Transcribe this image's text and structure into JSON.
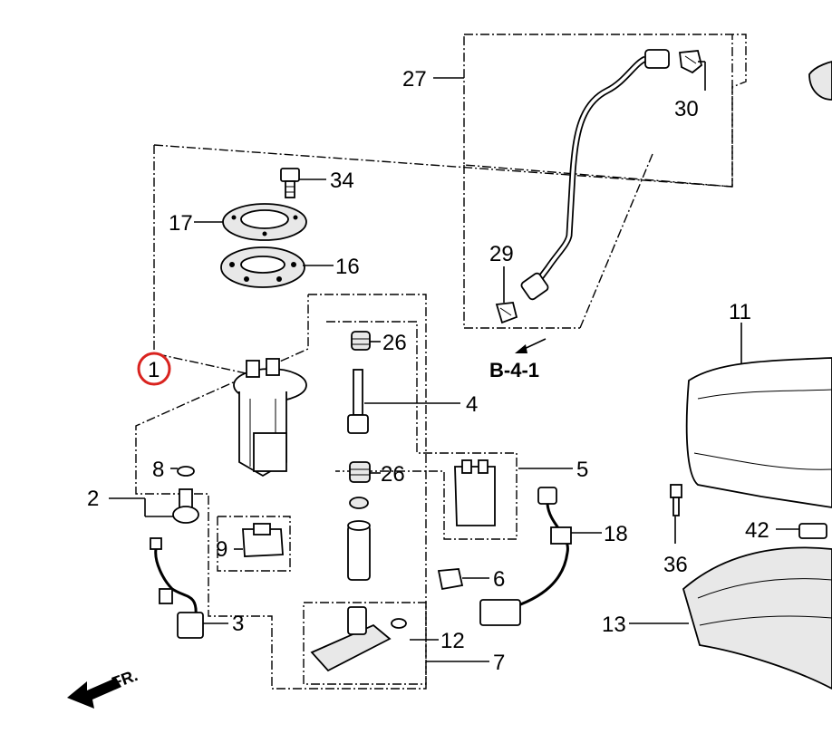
{
  "diagram": {
    "callouts": [
      {
        "id": "c1",
        "label": "1"
      },
      {
        "id": "c2",
        "label": "2"
      },
      {
        "id": "c3",
        "label": "3"
      },
      {
        "id": "c4",
        "label": "4"
      },
      {
        "id": "c5",
        "label": "5"
      },
      {
        "id": "c6",
        "label": "6"
      },
      {
        "id": "c7",
        "label": "7"
      },
      {
        "id": "c8",
        "label": "8"
      },
      {
        "id": "c9",
        "label": "9"
      },
      {
        "id": "c11",
        "label": "11"
      },
      {
        "id": "c12",
        "label": "12"
      },
      {
        "id": "c13",
        "label": "13"
      },
      {
        "id": "c16",
        "label": "16"
      },
      {
        "id": "c17",
        "label": "17"
      },
      {
        "id": "c18",
        "label": "18"
      },
      {
        "id": "c26a",
        "label": "26"
      },
      {
        "id": "c26b",
        "label": "26"
      },
      {
        "id": "c27",
        "label": "27"
      },
      {
        "id": "c29",
        "label": "29"
      },
      {
        "id": "c30",
        "label": "30"
      },
      {
        "id": "c34",
        "label": "34"
      },
      {
        "id": "c36",
        "label": "36"
      },
      {
        "id": "c42",
        "label": "42"
      }
    ],
    "reference_label": "B-4-1",
    "direction_label": "FR.",
    "highlight_color": "#d9231f",
    "line_color": "#000000"
  }
}
